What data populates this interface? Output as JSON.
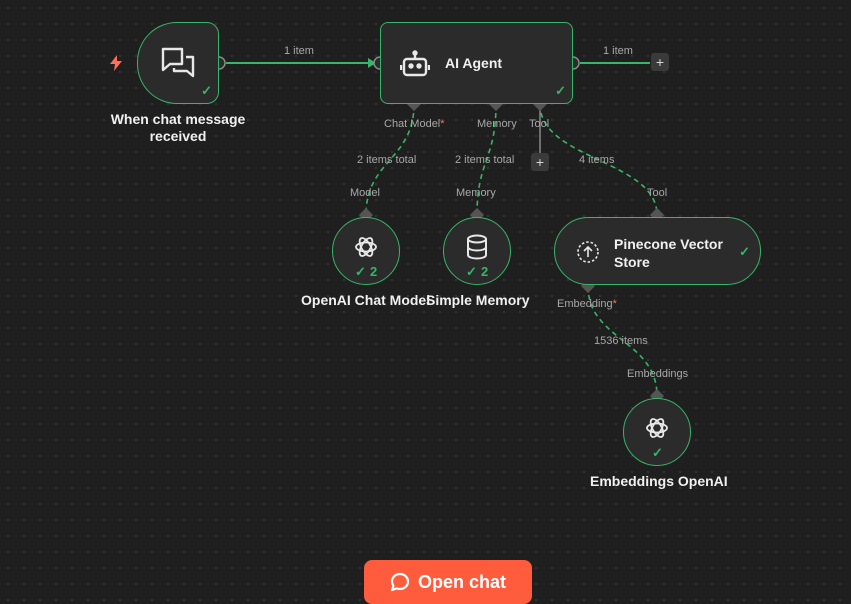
{
  "nodes": {
    "trigger": {
      "label_line1": "When chat message",
      "label_line2": "received"
    },
    "agent": {
      "label": "AI Agent"
    },
    "openai_chat": {
      "label": "OpenAI Chat Model",
      "count": "2"
    },
    "memory": {
      "label": "Simple Memory",
      "count": "2"
    },
    "vector": {
      "label_line1": "Pinecone Vector",
      "label_line2": "Store"
    },
    "embeddings": {
      "label": "Embeddings OpenAI"
    }
  },
  "connections": {
    "trigger_to_agent": "1 item",
    "agent_output": "1 item",
    "chat_model_total": "2 items total",
    "memory_total": "2 items total",
    "tool_items": "4 items",
    "embedding_items": "1536 items"
  },
  "ports": {
    "chat_model": "Chat Model",
    "memory": "Memory",
    "tool": "Tool",
    "model_in": "Model",
    "memory_in": "Memory",
    "tool_in": "Tool",
    "embedding": "Embedding",
    "embeddings_in": "Embeddings",
    "required_mark": "*"
  },
  "buttons": {
    "open_chat": "Open chat",
    "add": "+"
  },
  "colors": {
    "success": "#37b568",
    "accent": "#ff5c3e",
    "node_bg": "#2b2b2b"
  },
  "icons": {
    "trigger": "lightning-icon",
    "chat": "chat-bubbles-icon",
    "agent": "robot-icon",
    "openai": "openai-icon",
    "database": "database-icon",
    "vector": "pinecone-icon"
  }
}
